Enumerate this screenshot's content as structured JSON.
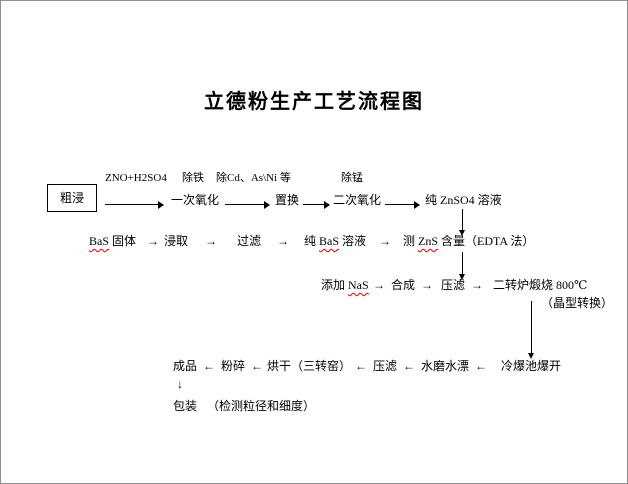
{
  "icons": {
    "right": "→",
    "left": "←",
    "down": "↓"
  },
  "title": "立德粉生产工艺流程图",
  "row1": {
    "reagent_label": "ZNO+H2SO4",
    "remove_iron_label": "除铁",
    "remove_impurities_label": "除Cd、As\\Ni 等",
    "remove_manganese_label": "除锰",
    "crude_leach_box": "粗浸",
    "first_oxidation": "一次氧化",
    "replacement": "置换",
    "second_oxidation": "二次氧化",
    "pure_znso4_solution": "纯 ZnSO4 溶液"
  },
  "row2": {
    "bas_mark": "BaS",
    "bas_solid_rest": " 固体",
    "leaching": "浸取",
    "filtration": "过滤",
    "pure_pre": "纯 ",
    "pure_post": " 溶液",
    "test_pre": "测 ",
    "zns_mark": "ZnS",
    "test_post": " 含量（EDTA 法）"
  },
  "row3": {
    "add_pre": "添加 ",
    "nas_mark": "NaS",
    "synthesis": "合成",
    "press_filtration": "压滤",
    "calcination": "二转炉煅烧 800℃",
    "crystal_note": "（晶型转换）"
  },
  "row4": {
    "finished_product": "成品",
    "crushing": "粉碎",
    "drying": "烘干（三转窑）",
    "press_filtration": "压滤",
    "water_milling": "水磨水漂",
    "cold_burst": "冷爆池爆开"
  },
  "row5": {
    "packaging": "包装",
    "inspection_note": "（检测粒径和细度）"
  }
}
